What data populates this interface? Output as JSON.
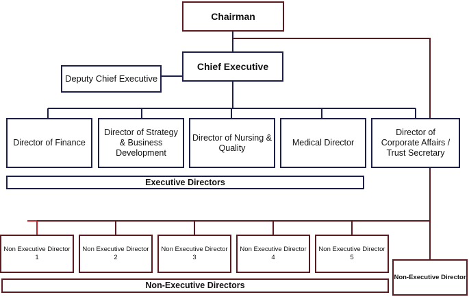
{
  "chairman": "Chairman",
  "chief_executive": "Chief Executive",
  "deputy_chief_executive": "Deputy Chief Executive",
  "executive_directors": [
    "Director of Finance",
    "Director of Strategy\n& Business\nDevelopment",
    "Director of Nursing &\nQuality",
    "Medical Director",
    "Director of\nCorporate Affairs /\nTrust Secretary"
  ],
  "executive_directors_label": "Executive Directors",
  "non_executive_directors": [
    "Non Executive Director\n1",
    "Non Executive Director\n2",
    "Non Executive Director\n3",
    "Non Executive Director\n4",
    "Non Executive Director\n5"
  ],
  "non_executive_directors_label": "Non-Executive Directors",
  "non_executive_director_right": "Non-Executive Director",
  "colors": {
    "maroon": "#5a1a1f",
    "navy": "#1c1f4a",
    "red_accent": "#c0262d"
  }
}
